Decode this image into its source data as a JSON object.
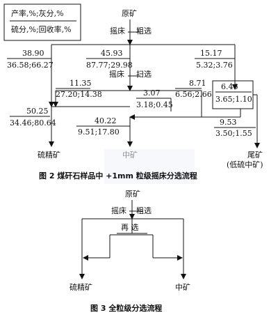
{
  "figure2": {
    "legend": {
      "line1": "产率,%;灰分,%",
      "line2": "硫分,%;回收率,%"
    },
    "feed": "原矿",
    "rougher_top": "摇床",
    "rougher_label": "粗选",
    "scavenger_top": "摇床",
    "scavenger_label": "扫选",
    "streams": {
      "a": {
        "top": "38.90",
        "bottom": "36.58;66.27"
      },
      "b": {
        "top": "45.93",
        "bottom": "87.77;29.98"
      },
      "c": {
        "top": "15.17",
        "bottom": "5.32;3.76"
      },
      "d": {
        "top": "11.35",
        "bottom": "27.20;14.38"
      },
      "e": {
        "top": "3.07",
        "bottom": "3.18;0.45"
      },
      "f": {
        "top": "8.71",
        "bottom": "6.56;2.66"
      },
      "g": {
        "top": "6.46",
        "bottom": "3.65;1.10"
      },
      "h": {
        "top": "50.25",
        "bottom": "34.46;80.64"
      },
      "i": {
        "top": "40.22",
        "bottom": "9.51;17.80"
      },
      "j": {
        "top": "9.53",
        "bottom": "3.50;1.55"
      }
    },
    "products": {
      "concentrate": "硫精矿",
      "middling": "中矿",
      "tailing": "尾矿",
      "tailing_note": "(低硫中矿)"
    },
    "caption": "图 2  煤矸石样品中 +1mm 粒级摇床分选流程"
  },
  "figure3": {
    "feed": "原矿",
    "rougher_top": "摇床",
    "rougher_label": "粗选",
    "cleaner_label": "再  选",
    "products": {
      "concentrate": "硫精矿",
      "middling": "中矿"
    },
    "caption": "图 3  全粒级分选流程"
  }
}
